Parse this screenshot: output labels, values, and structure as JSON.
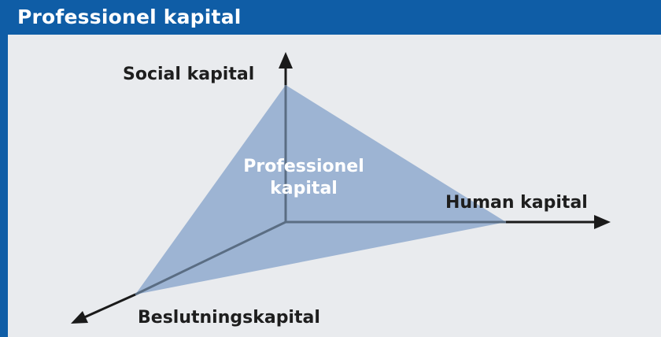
{
  "header": {
    "title": "Professionel kapital"
  },
  "diagram": {
    "axes": {
      "social": "Social kapital",
      "human": "Human kapital",
      "decision": "Beslutningskapital"
    },
    "center_label_line1": "Professionel",
    "center_label_line2": "kapital"
  },
  "colors": {
    "header_bg": "#0f5da6",
    "panel_bg": "#e9ebee",
    "triangle_fill": "#9db4d3",
    "inner_axis": "#5a6d83",
    "arrow": "#1a1a1a"
  }
}
